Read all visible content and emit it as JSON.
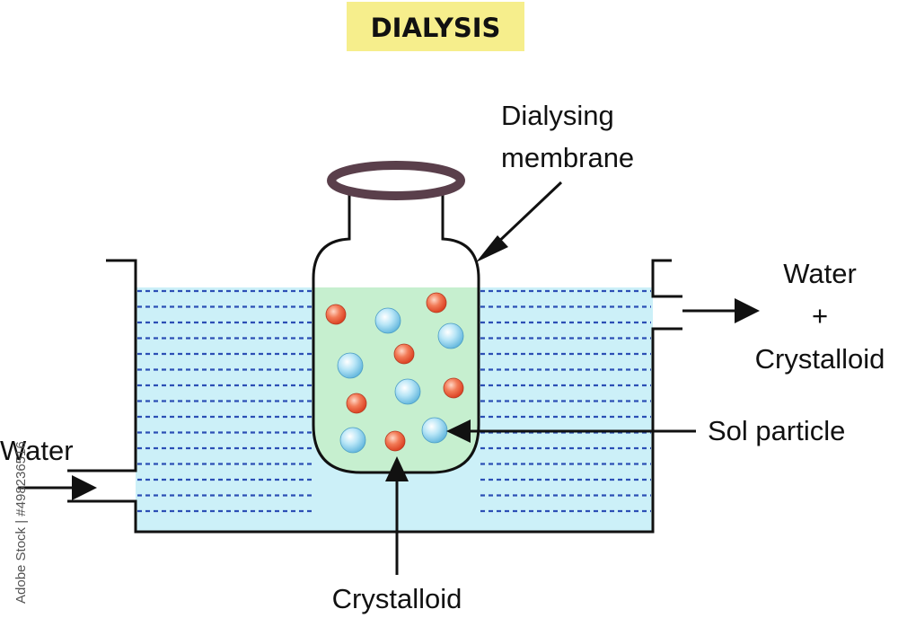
{
  "title": "DIALYSIS",
  "labels": {
    "membrane": [
      "Dialysing",
      "membrane"
    ],
    "outlet": [
      "Water",
      "+",
      "Crystalloid"
    ],
    "sol_particle": "Sol particle",
    "inlet": "Water",
    "crystalloid": "Crystalloid"
  },
  "watermark": "Adobe Stock | #498236516",
  "colors": {
    "title_bg": "#f6ee8c",
    "water": "#ccf0f8",
    "water_lines": "#2c4fb5",
    "bottle_fluid": "#c6efcf",
    "rim": "#5a3f4b",
    "crystalloid_particle": "#ee5a37",
    "sol_particle": "#8dd0ec",
    "outline": "#111111"
  },
  "legend": {
    "sol_particle_color": "light-blue",
    "crystalloid_color": "orange-red"
  }
}
